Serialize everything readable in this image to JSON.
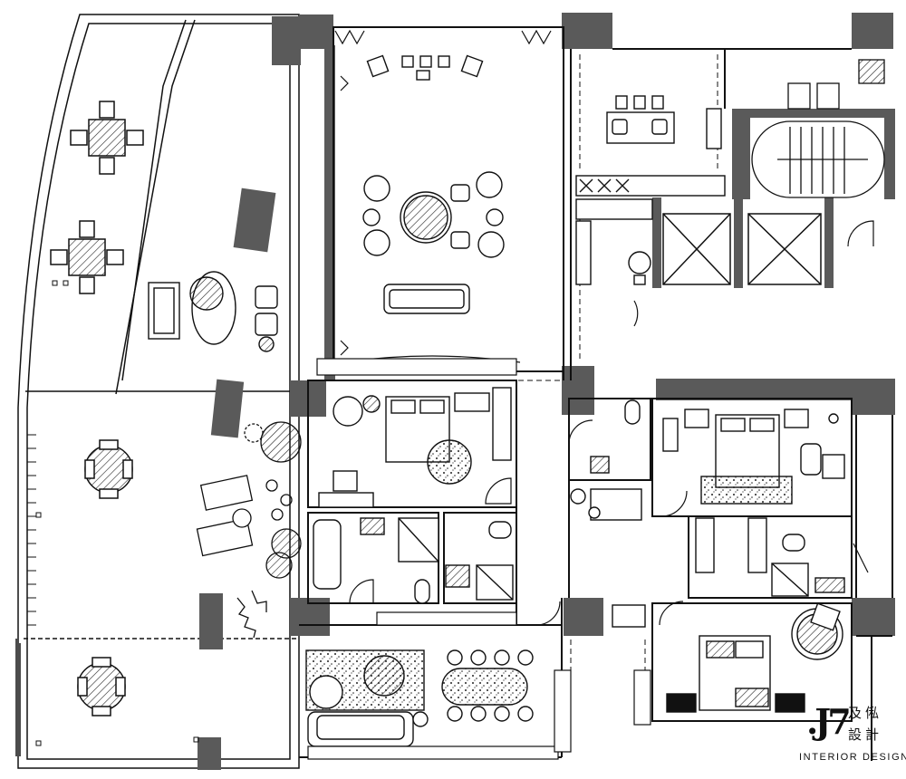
{
  "brand": {
    "mark": ".J7",
    "cn_line1": "及俬",
    "cn_line2": "設計",
    "en_line": "INTERIOR DESIGN"
  },
  "palette": {
    "wall": "#5a5a5a",
    "line": "#111111",
    "fill_light": "#e8e8e8"
  },
  "icons": [
    "dining-table-icon",
    "sofa-icon",
    "bed-icon",
    "toilet-icon",
    "sink-icon",
    "bathtub-icon",
    "plant-icon",
    "chair-icon",
    "elevator-icon",
    "stair-icon",
    "stove-icon",
    "door-swing-icon"
  ]
}
